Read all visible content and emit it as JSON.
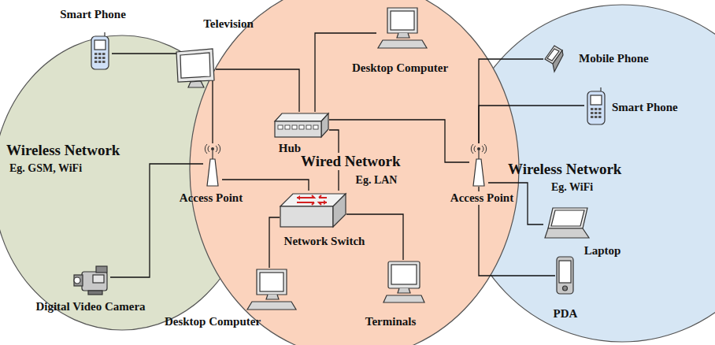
{
  "diagram": {
    "nodes": [
      {
        "text": [
          "Wireless Network",
          "Eg. GSM, WiFi"
        ]
      },
      {
        "text": [
          "Smart Phone"
        ],
        "in": 0
      },
      {
        "text": [
          "Digital Video Camera"
        ],
        "in": 0
      },
      {
        "text": [
          "Wired Network",
          "Eg. LAN"
        ]
      },
      {
        "text": [
          "Television"
        ],
        "in": 3
      },
      {
        "text": [
          "Desktop Computer"
        ],
        "in": 3
      },
      {
        "text": [
          "Hub"
        ],
        "in": 3
      },
      {
        "text": [
          "Access Point"
        ],
        "in": 3
      },
      {
        "text": [
          "Network Switch"
        ],
        "in": 3
      },
      {
        "text": [
          "Desktop Computer"
        ],
        "in": 3
      },
      {
        "text": [
          "Terminals"
        ],
        "in": 3
      },
      {
        "text": [
          "Access Point"
        ],
        "in": 3
      },
      {
        "text": [
          "Wireless Network",
          "Eg. WiFi"
        ]
      },
      {
        "text": [
          "Mobile Phone"
        ],
        "in": 12
      },
      {
        "text": [
          "Smart Phone"
        ],
        "in": 12
      },
      {
        "text": [
          "Laptop"
        ],
        "in": 12
      },
      {
        "text": [
          "PDA"
        ],
        "in": 12
      }
    ],
    "edges": [
      {
        "from": 1,
        "to": 7,
        "arrow": "none"
      },
      {
        "from": 2,
        "to": 7,
        "arrow": "none"
      },
      {
        "from": 7,
        "to": 8,
        "arrow": "none"
      },
      {
        "from": 4,
        "to": 6,
        "arrow": "none"
      },
      {
        "from": 5,
        "to": 6,
        "arrow": "none"
      },
      {
        "from": 6,
        "to": 8,
        "arrow": "none"
      },
      {
        "from": 6,
        "to": 11,
        "arrow": "none"
      },
      {
        "from": 8,
        "to": 9,
        "arrow": "none"
      },
      {
        "from": 8,
        "to": 10,
        "arrow": "none"
      },
      {
        "from": 11,
        "to": 13,
        "arrow": "none"
      },
      {
        "from": 11,
        "to": 14,
        "arrow": "none"
      },
      {
        "from": 11,
        "to": 15,
        "arrow": "none"
      },
      {
        "from": 11,
        "to": 16,
        "arrow": "none"
      }
    ]
  }
}
